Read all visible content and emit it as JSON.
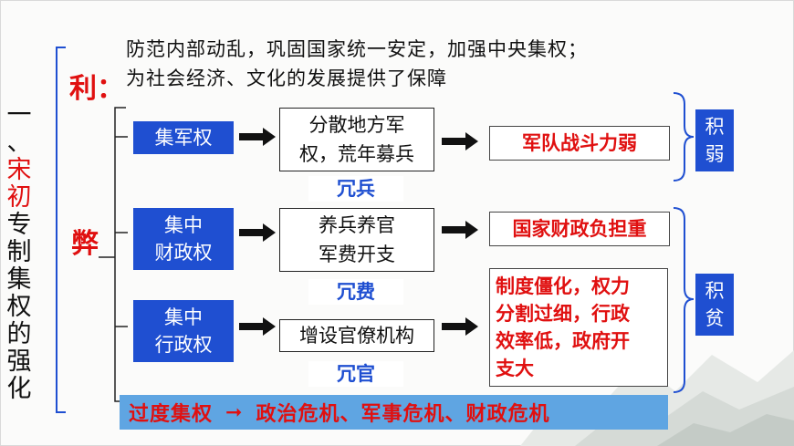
{
  "section_title": [
    "一",
    "、",
    "宋",
    "初",
    "专",
    "制",
    "集",
    "权",
    "的",
    "强",
    "化"
  ],
  "li": {
    "label": "利：",
    "line1": "防范内部动乱，巩固国家统一安定，加强中央集权；",
    "line2": "为社会经济、文化的发展提供了保障"
  },
  "bi": {
    "label": "弊"
  },
  "rows": [
    {
      "policy": "集军权",
      "measure": [
        "分散地方军",
        "权，荒年募兵"
      ],
      "tag": "冗兵"
    },
    {
      "policy": [
        "集中",
        "财政权"
      ],
      "measure": [
        "养兵养官",
        "军费开支"
      ],
      "tag": "冗费"
    },
    {
      "policy": [
        "集中",
        "行政权"
      ],
      "measure": [
        "增设官僚机构"
      ],
      "tag": "冗官"
    }
  ],
  "results": {
    "military": "军队战斗力弱",
    "finance": "国家财政负担重",
    "admin": [
      "制度僵化，权力",
      "分割过细，行政",
      "效率低，政府开",
      "支大"
    ]
  },
  "outcomes": {
    "weak": [
      "积",
      "弱"
    ],
    "poor": [
      "积",
      "贫"
    ]
  },
  "bottom": {
    "left": "过度集权",
    "arrow": "➞",
    "right": "政治危机、军事危机、财政危机"
  },
  "colors": {
    "accent_blue": "#1f4fd1",
    "accent_red": "#e01010",
    "bar_blue": "#5fa5e2"
  }
}
